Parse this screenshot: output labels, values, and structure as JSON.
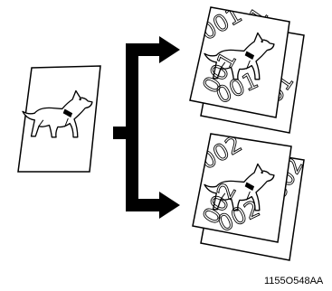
{
  "figure_code": "1155O548AA",
  "stamps": {
    "set_a": "001",
    "set_b": "002"
  },
  "icons": [
    "dog-icon",
    "bracket-arrow-icon"
  ],
  "colors": {
    "ink": "#000000",
    "paper": "#ffffff"
  }
}
